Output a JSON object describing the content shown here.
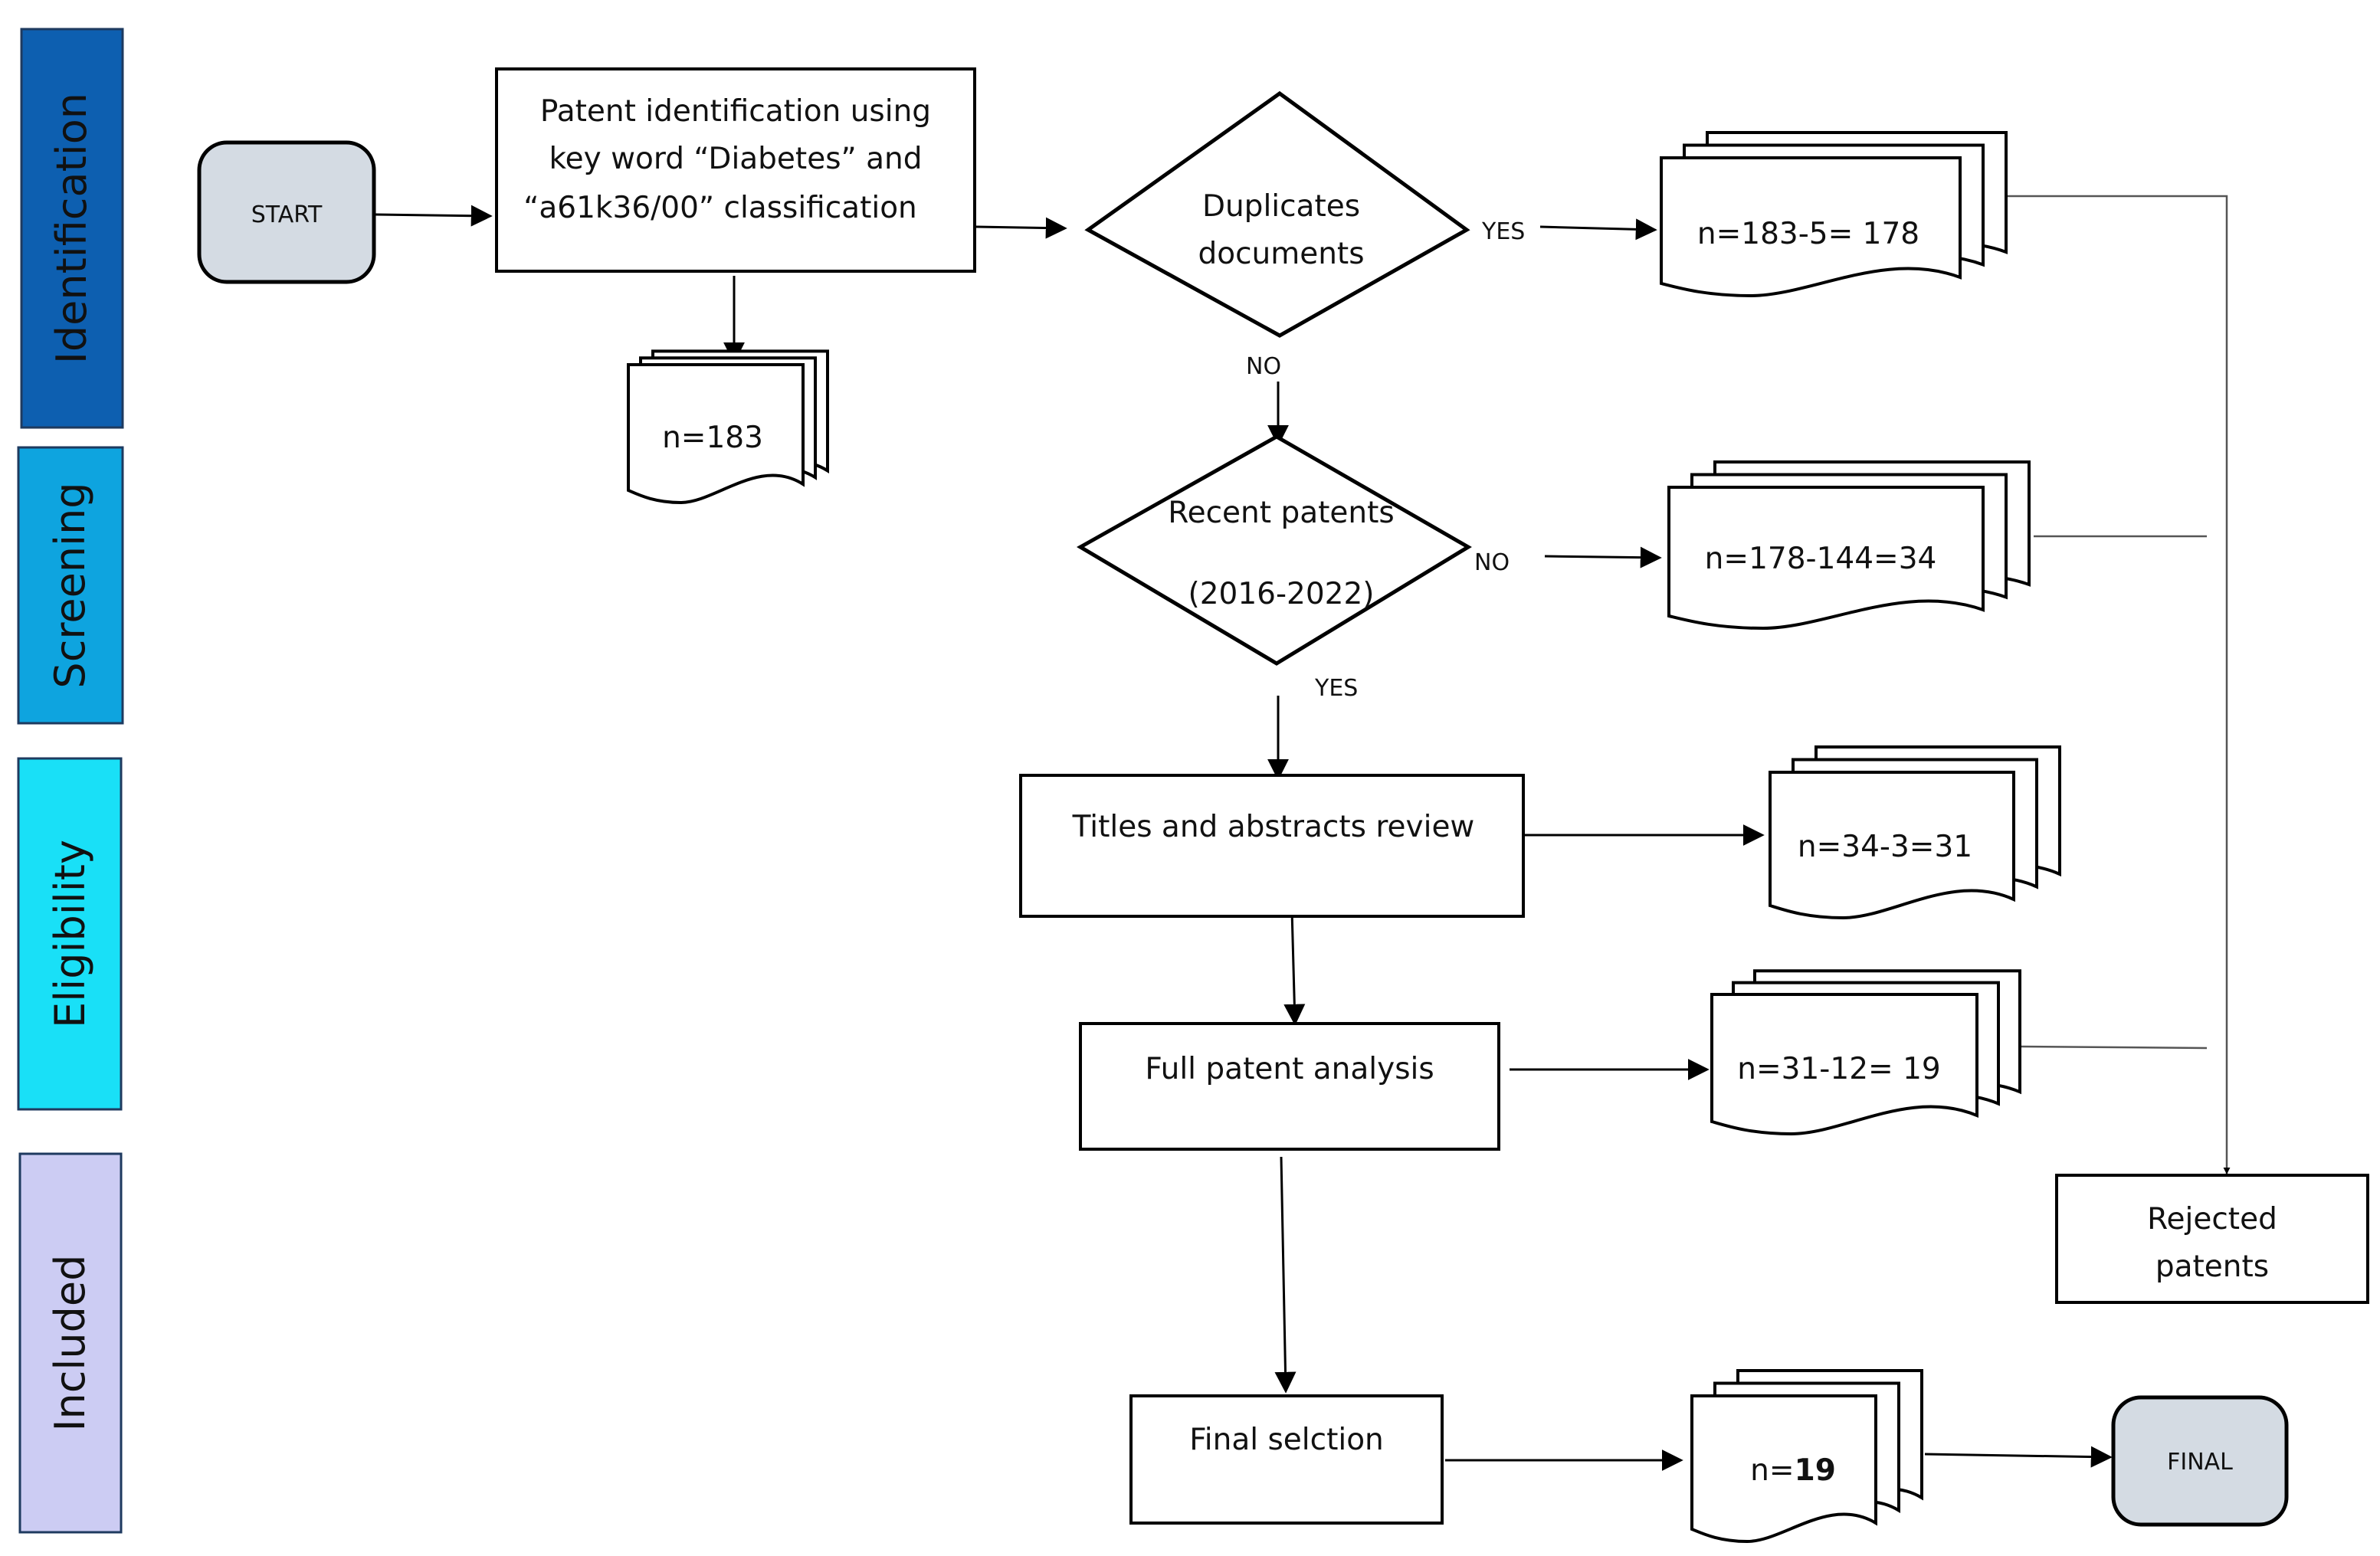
{
  "stages": [
    {
      "label": "Identification",
      "color": "#0d5fb0"
    },
    {
      "label": "Screening",
      "color": "#0ea4df"
    },
    {
      "label": "Eligibility",
      "color": "#19e0f7"
    },
    {
      "label": "Included",
      "color": "#ccccf3"
    }
  ],
  "terminals": {
    "start": "START",
    "final": "FINAL"
  },
  "terminal_color": "#d4dbe3",
  "process": {
    "identification": [
      "Patent identification using",
      "key word “Diabetes” and",
      "“a61k36/00” classification"
    ],
    "titles_review": "Titles and abstracts review",
    "full_analysis": "Full patent analysis",
    "final_selection": "Final selction",
    "rejected": [
      "Rejected",
      "patents"
    ]
  },
  "decisions": {
    "duplicates": [
      "Duplicates",
      "documents"
    ],
    "recent": [
      "Recent patents",
      "(2016-2022)"
    ]
  },
  "edge_labels": {
    "dup_yes": "YES",
    "dup_no": "NO",
    "recent_no": "NO",
    "recent_yes": "YES"
  },
  "documents": {
    "identified": "n=183",
    "duplicates_removed": "n=183-5= 178",
    "recent_removed": "n=178-144=34",
    "titles_removed": "n=34-3=31",
    "full_removed": "n=31-12= 19",
    "final_prefix": "n=",
    "final_value": "19"
  }
}
